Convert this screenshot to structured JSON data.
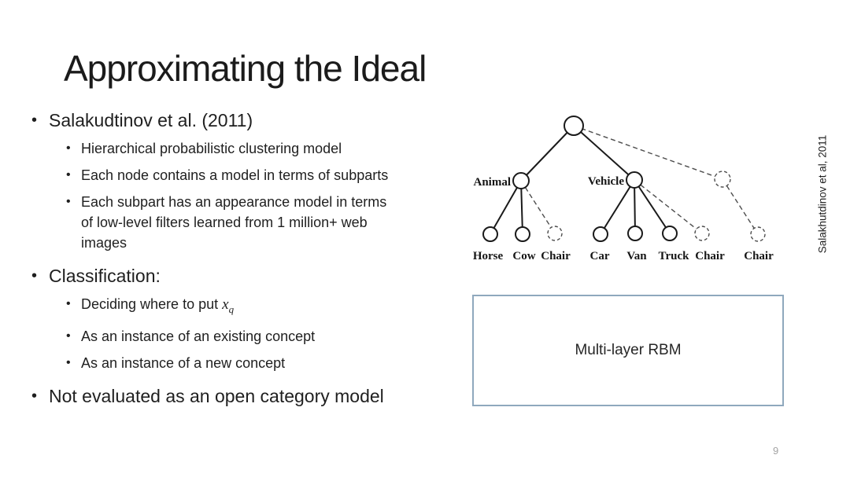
{
  "slide": {
    "title": "Approximating the Ideal",
    "page_number": "9",
    "side_citation": "Salakhutdinov et al, 2011"
  },
  "bullets": {
    "marker": "•",
    "items": [
      {
        "level": 1,
        "text": "Salakudtinov et al. (2011)"
      },
      {
        "level": 2,
        "text": "Hierarchical probabilistic clustering model"
      },
      {
        "level": 2,
        "text": "Each node contains a model in terms of subparts"
      },
      {
        "level": 2,
        "text": "Each subpart has an appearance model in terms of low-level filters learned from 1 million+ web images"
      },
      {
        "level": 1,
        "text": "Classification:"
      },
      {
        "level": 2,
        "text": "Deciding where to put",
        "math_base": "x",
        "math_sub": "q"
      },
      {
        "level": 2,
        "text": "As an instance of an existing concept"
      },
      {
        "level": 2,
        "text": "As an instance of a new concept"
      },
      {
        "level": 1,
        "text": "Not evaluated as an open category model"
      }
    ]
  },
  "tree": {
    "internal_labels": {
      "left": "Animal",
      "right": "Vehicle"
    },
    "leaves": [
      "Horse",
      "Cow",
      "Chair",
      "Car",
      "Van",
      "Truck",
      "Chair",
      "Chair"
    ]
  },
  "rbm_box": {
    "label": "Multi-layer RBM",
    "border_color": "#8fa8bd"
  },
  "colors": {
    "text": "#1f1f1f",
    "page_number": "#a3a3a3",
    "tree_solid": "#1a1a1a",
    "tree_dashed": "#4d4d4d"
  }
}
